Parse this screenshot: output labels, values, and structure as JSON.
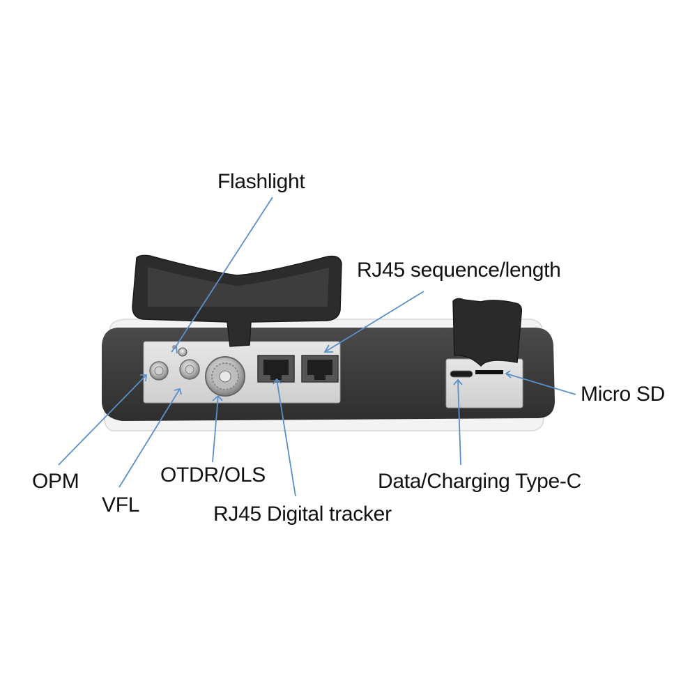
{
  "labels": {
    "flashlight": "Flashlight",
    "rj45_sequence": "RJ45 sequence/length",
    "micro_sd": "Micro SD",
    "opm": "OPM",
    "vfl": "VFL",
    "otdr_ols": "OTDR/OLS",
    "rj45_tracker": "RJ45 Digital tracker",
    "type_c": "Data/Charging Type-C"
  },
  "colors": {
    "leader_line": "#5b8fc9",
    "housing": "#3a3a3a",
    "cap": "#2b2b2b",
    "panel": "#d9d9d9",
    "shell": "#f2f2f2"
  }
}
